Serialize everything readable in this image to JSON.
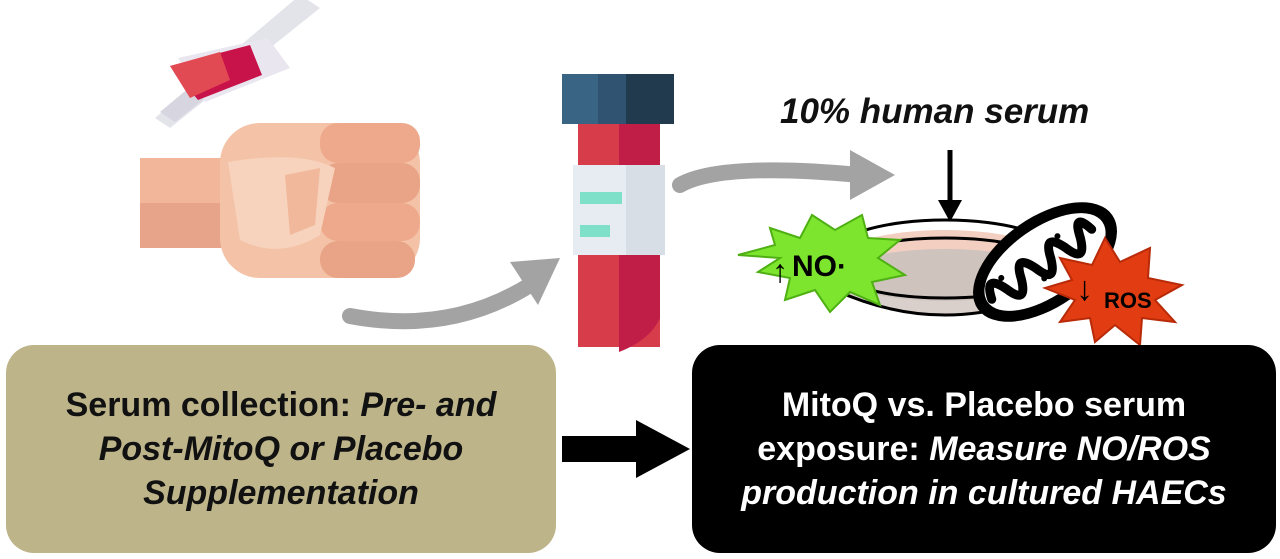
{
  "serum_label": "10% human serum",
  "left_box": {
    "line1_plain": "Serum collection: ",
    "line1_italic": "Pre- and",
    "line2": "Post-MitoQ or Placebo",
    "line3": "Supplementation"
  },
  "right_box": {
    "line1": "MitoQ vs. Placebo serum",
    "line2_plain": "exposure: ",
    "line2_italic": "Measure NO/ROS",
    "line3": "production in cultured HAECs"
  },
  "no_badge": {
    "arrow": "↑",
    "label": "NO·"
  },
  "ros_badge": {
    "arrow": "↓",
    "label": "ROS"
  },
  "colors": {
    "left_box_bg": "#bdb48a",
    "right_box_bg": "#000000",
    "arrow_grey": "#a3a3a3",
    "no_green": "#7ee52e",
    "ros_red": "#e23d12",
    "tube_red": "#d63c49",
    "tube_cap": "#3a6484"
  }
}
